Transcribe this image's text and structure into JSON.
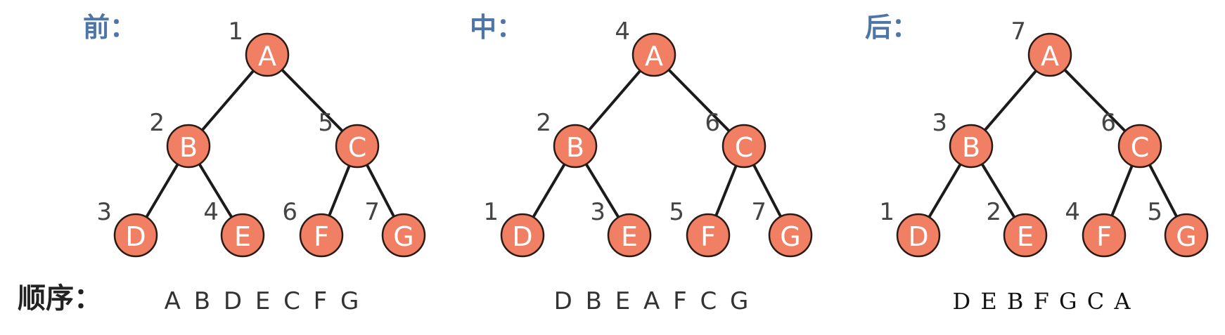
{
  "row_label": "顺序：",
  "panels": [
    {
      "title": "前：",
      "nodes": [
        {
          "letter": "A",
          "order": "1"
        },
        {
          "letter": "B",
          "order": "2"
        },
        {
          "letter": "C",
          "order": "5"
        },
        {
          "letter": "D",
          "order": "3"
        },
        {
          "letter": "E",
          "order": "4"
        },
        {
          "letter": "F",
          "order": "6"
        },
        {
          "letter": "G",
          "order": "7"
        }
      ],
      "sequence": "A B D E C F G"
    },
    {
      "title": "中：",
      "nodes": [
        {
          "letter": "A",
          "order": "4"
        },
        {
          "letter": "B",
          "order": "2"
        },
        {
          "letter": "C",
          "order": "6"
        },
        {
          "letter": "D",
          "order": "1"
        },
        {
          "letter": "E",
          "order": "3"
        },
        {
          "letter": "F",
          "order": "5"
        },
        {
          "letter": "G",
          "order": "7"
        }
      ],
      "sequence": "D B E A F C G"
    },
    {
      "title": "后：",
      "nodes": [
        {
          "letter": "A",
          "order": "7"
        },
        {
          "letter": "B",
          "order": "3"
        },
        {
          "letter": "C",
          "order": "6"
        },
        {
          "letter": "D",
          "order": "1"
        },
        {
          "letter": "E",
          "order": "2"
        },
        {
          "letter": "F",
          "order": "4"
        },
        {
          "letter": "G",
          "order": "5"
        }
      ],
      "sequence": "D E B F G C A"
    }
  ],
  "colors": {
    "node_fill": "#f07f64",
    "title": "#4f74a8"
  }
}
